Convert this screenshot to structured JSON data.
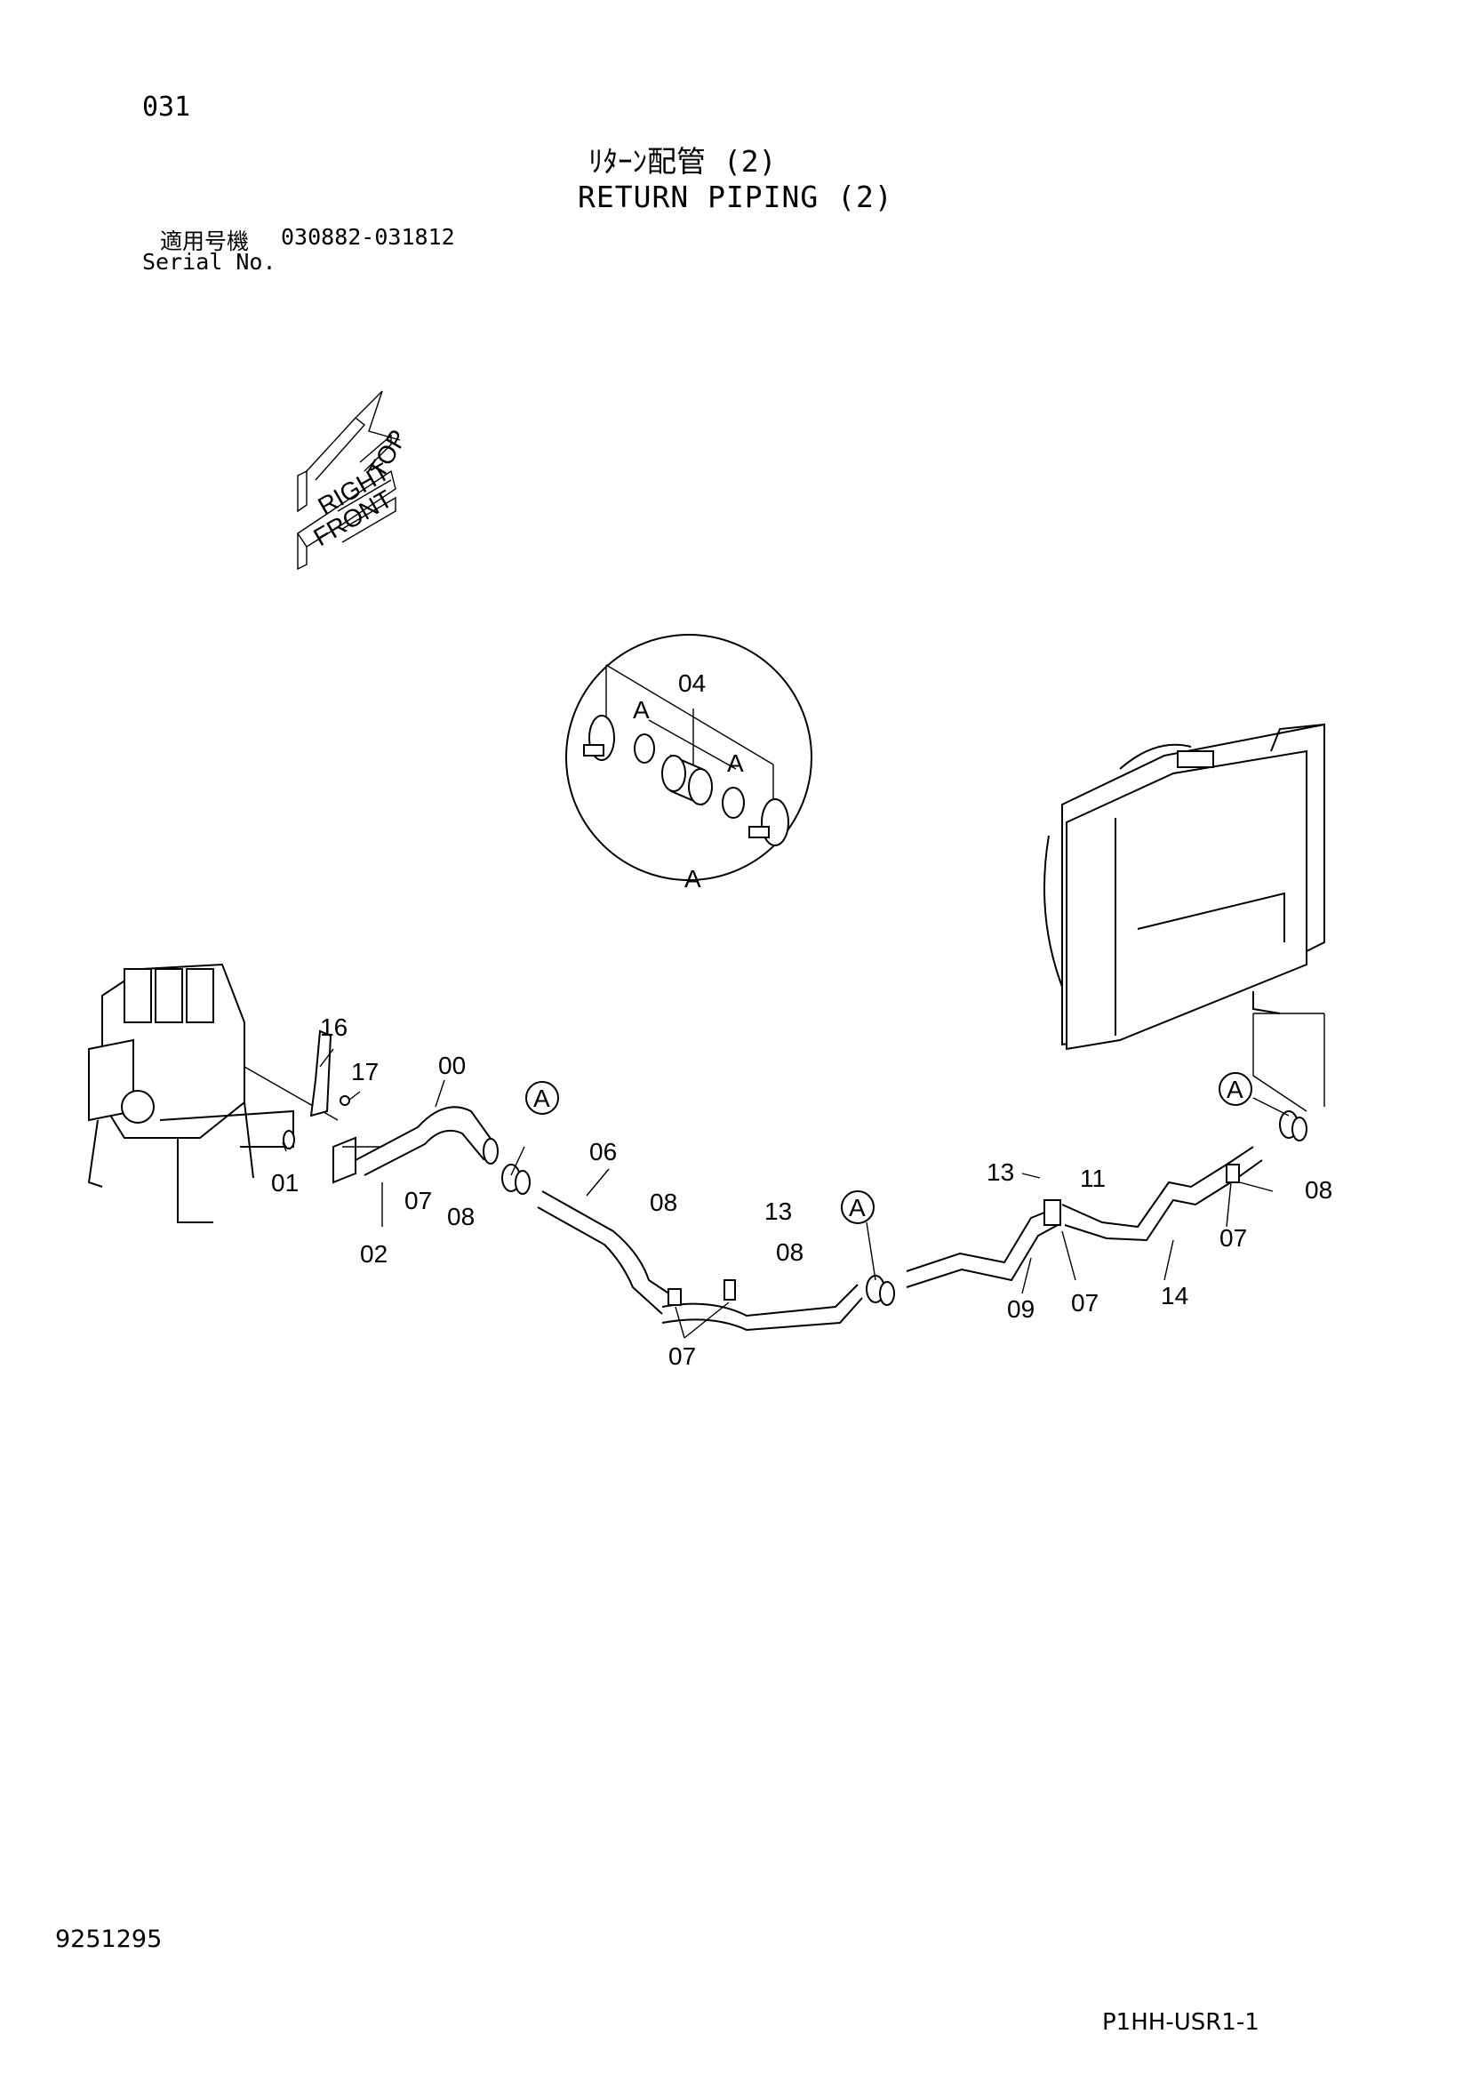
{
  "header": {
    "page_number": "031",
    "title_jp": "ﾘﾀｰﾝ配管 (2)",
    "title_en": "RETURN PIPING (2)",
    "serial_label_jp": "適用号機",
    "serial_range": "030882-031812",
    "serial_label_en": "Serial No."
  },
  "orientation": {
    "top": "TOP",
    "right": "RIGHT",
    "front": "FRONT"
  },
  "detail": {
    "part_ref": "04",
    "section_a": "A"
  },
  "callouts": {
    "p16": "16",
    "p17": "17",
    "p00": "00",
    "p01": "01",
    "p02": "02",
    "p07a": "07",
    "p08a": "08",
    "p06": "06",
    "p08b": "08",
    "p13a": "13",
    "p08c": "08",
    "p07b": "07",
    "p13b": "13",
    "p11": "11",
    "p08d": "08",
    "p07c": "07",
    "p09": "09",
    "p07d": "07",
    "p14": "14",
    "a1": "A",
    "a2": "A",
    "a3": "A"
  },
  "footer": {
    "doc_id": "9251295",
    "sheet_code": "P1HH-USR1-1"
  }
}
